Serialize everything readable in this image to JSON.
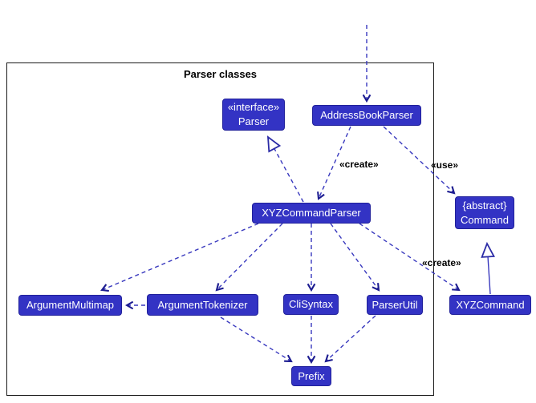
{
  "frame": {
    "title": "Parser classes"
  },
  "nodes": {
    "parser": {
      "stereotype": "«interface»",
      "name": "Parser"
    },
    "addressBookParser": {
      "name": "AddressBookParser"
    },
    "xyzCommandParser": {
      "name": "XYZCommandParser"
    },
    "command": {
      "stereotype": "{abstract}",
      "name": "Command"
    },
    "argumentMultimap": {
      "name": "ArgumentMultimap"
    },
    "argumentTokenizer": {
      "name": "ArgumentTokenizer"
    },
    "cliSyntax": {
      "name": "CliSyntax"
    },
    "parserUtil": {
      "name": "ParserUtil"
    },
    "xyzCommand": {
      "name": "XYZCommand"
    },
    "prefix": {
      "name": "Prefix"
    }
  },
  "edge_labels": {
    "create_parser": "«create»",
    "use_command": "«use»",
    "create_command": "«create»"
  },
  "edges": [
    {
      "from": "outside-frame-top",
      "to": "AddressBookParser",
      "type": "dependency-dashed"
    },
    {
      "from": "AddressBookParser",
      "to": "XYZCommandParser",
      "type": "dependency-dashed",
      "label": "«create»"
    },
    {
      "from": "XYZCommandParser",
      "to": "Parser",
      "type": "realization-dashed-hollow-triangle"
    },
    {
      "from": "AddressBookParser",
      "to": "Command",
      "type": "dependency-dashed",
      "label": "«use»"
    },
    {
      "from": "XYZCommandParser",
      "to": "XYZCommand",
      "type": "dependency-dashed",
      "label": "«create»"
    },
    {
      "from": "XYZCommandParser",
      "to": "ArgumentMultimap",
      "type": "dependency-dashed"
    },
    {
      "from": "XYZCommandParser",
      "to": "ArgumentTokenizer",
      "type": "dependency-dashed"
    },
    {
      "from": "ArgumentTokenizer",
      "to": "ArgumentMultimap",
      "type": "dependency-dashed"
    },
    {
      "from": "XYZCommandParser",
      "to": "CliSyntax",
      "type": "dependency-dashed"
    },
    {
      "from": "XYZCommandParser",
      "to": "ParserUtil",
      "type": "dependency-dashed"
    },
    {
      "from": "ArgumentTokenizer",
      "to": "Prefix",
      "type": "dependency-dashed"
    },
    {
      "from": "CliSyntax",
      "to": "Prefix",
      "type": "dependency-dashed"
    },
    {
      "from": "ParserUtil",
      "to": "Prefix",
      "type": "dependency-dashed"
    },
    {
      "from": "XYZCommand",
      "to": "Command",
      "type": "inheritance-solid-hollow-triangle"
    }
  ],
  "colors": {
    "node_fill": "#3333C4",
    "node_border": "#21219B",
    "node_text": "#FFFFFF",
    "edge": "#3838BE",
    "arrowhead": "#1C1C90",
    "frame_border": "#1A1A1A",
    "label_text": "#000000",
    "background": "#FFFFFF"
  }
}
